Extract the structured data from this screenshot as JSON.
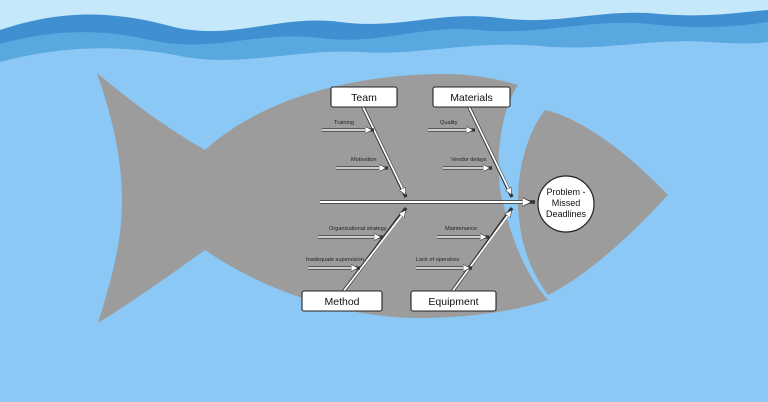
{
  "diagram": {
    "problem": [
      "Problem -",
      "Missed",
      "Deadlines"
    ],
    "categories": {
      "team": "Team",
      "materials": "Materials",
      "method": "Method",
      "equipment": "Equipment"
    },
    "causes": {
      "training": "Training",
      "motivation": "Motivation",
      "quality": "Quality",
      "vendor_delays": "Vendor delays",
      "organizational_strategy": "Organizational strategy",
      "inadequate_supervision": "Inadequate supervision",
      "maintenance": "Maintenance",
      "lack_of_operators": "Lack of operators"
    }
  },
  "colors": {
    "sky": "#c6e8fb",
    "water": "#8bc8f5",
    "wave_dark": "#3f8fd1",
    "wave_mid": "#5aa8e0",
    "fish": "#9c9c9c",
    "box_border": "#222222",
    "arrow_fill": "#ffffff"
  }
}
